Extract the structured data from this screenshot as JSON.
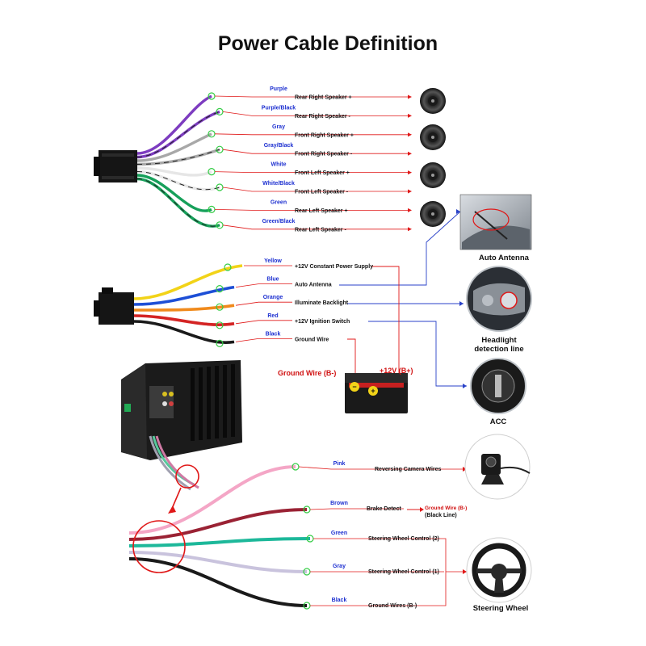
{
  "title": "Power Cable Definition",
  "speaker_wires": [
    {
      "color_name": "Purple",
      "function": "Rear Right Speaker +",
      "stroke": "#7d3cc0",
      "stripe": ""
    },
    {
      "color_name": "Purple/Black",
      "function": "Rear Right Speaker -",
      "stroke": "#7d3cc0",
      "stripe": "#222222"
    },
    {
      "color_name": "Gray",
      "function": "Front Right Speaker +",
      "stroke": "#a8a8a8",
      "stripe": ""
    },
    {
      "color_name": "Gray/Black",
      "function": "Front Right Speaker -",
      "stroke": "#a8a8a8",
      "stripe": "#222222"
    },
    {
      "color_name": "White",
      "function": "Front Left Speaker +",
      "stroke": "#e6e6e6",
      "stripe": ""
    },
    {
      "color_name": "White/Black",
      "function": "Front Left Speaker -",
      "stroke": "#e6e6e6",
      "stripe": "#222222"
    },
    {
      "color_name": "Green",
      "function": "Rear Left Speaker +",
      "stroke": "#16a05a",
      "stripe": ""
    },
    {
      "color_name": "Green/Black",
      "function": "Rear Left Speaker -",
      "stroke": "#16a05a",
      "stripe": "#222222"
    }
  ],
  "power_wires": [
    {
      "color_name": "Yellow",
      "function": "+12V Constant Power Supply",
      "stroke": "#f2d318"
    },
    {
      "color_name": "Blue",
      "function": "Auto Antenna",
      "stroke": "#1d4fd6"
    },
    {
      "color_name": "Orange",
      "function": "Illuminate Backlight",
      "stroke": "#f08a1c"
    },
    {
      "color_name": "Red",
      "function": "+12V Ignition Switch",
      "stroke": "#d42424"
    },
    {
      "color_name": "Black",
      "function": "Ground Wire",
      "stroke": "#1a1a1a"
    }
  ],
  "lower_wires": [
    {
      "color_name": "Pink",
      "function": "Reversing Camera Wires",
      "stroke": "#f4a6c6"
    },
    {
      "color_name": "Brown",
      "function": "Brake Detect",
      "stroke": "#9a2234"
    },
    {
      "color_name": "Green",
      "function": "Steering Wheel Control (2)",
      "stroke": "#1db89a"
    },
    {
      "color_name": "Gray",
      "function": "Steering Wheel Control (1)",
      "stroke": "#c9c3dd"
    },
    {
      "color_name": "Black",
      "function": "Ground Wires (B-)",
      "stroke": "#1a1a1a"
    }
  ],
  "peripherals": {
    "auto_antenna": "Auto Antenna",
    "headlight_line1": "Headlight",
    "headlight_line2": "detection line",
    "acc": "ACC",
    "steering_wheel": "Steering Wheel"
  },
  "battery": {
    "ground_label": "Ground Wire (B-)",
    "positive_label": "+12V  (B+)"
  },
  "brake": {
    "ground_line1": "Ground Wire (B-)",
    "ground_line2": "(Black Line)"
  },
  "colors": {
    "callout_red": "#e01818",
    "callout_blue": "#2a42c8",
    "marker_green": "#33cc44"
  }
}
